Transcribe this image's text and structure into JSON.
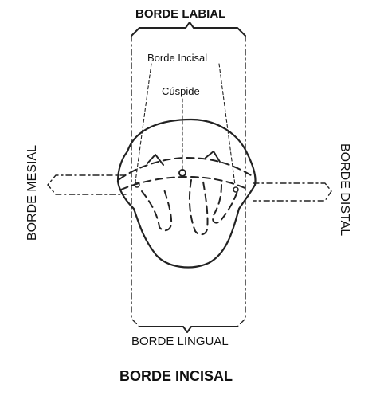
{
  "labels": {
    "top": "BORDE LABIAL",
    "bottom": "BORDE LINGUAL",
    "left": "BORDE MESIAL",
    "right": "BORDE DISTAL",
    "incisal_edge": "Borde Incisal",
    "cusp": "Cúspide",
    "caption": "BORDE INCISAL"
  }
}
